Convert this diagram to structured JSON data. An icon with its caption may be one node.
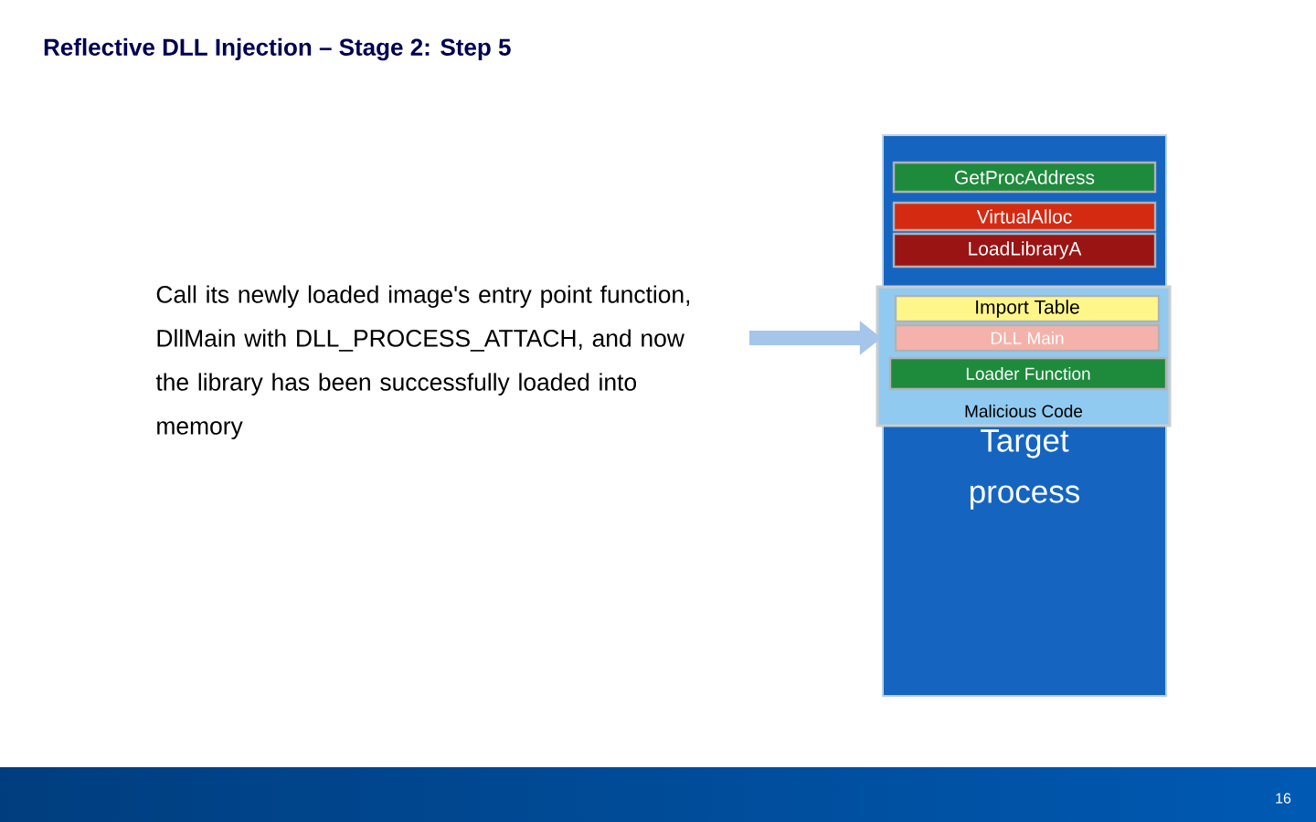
{
  "diagram": {
    "title": "Reflective DLL Injection – Stage 2: Step 5",
    "nodes": [
      {
        "text": [
          "Call its newly loaded image's entry point function, DllMain with DLL_PROCESS_ATTACH, and now the library has been successfully loaded into memory"
        ]
      },
      {
        "text": [
          "Target process"
        ]
      },
      {
        "text": [
          "GetProcAddress"
        ],
        "in": 1
      },
      {
        "text": [
          "VirtualAlloc"
        ],
        "in": 1
      },
      {
        "text": [
          "LoadLibraryA"
        ],
        "in": 1
      },
      {
        "text": [
          "Malicious Code"
        ],
        "in": 1
      },
      {
        "text": [
          "Import Table"
        ],
        "in": 5
      },
      {
        "text": [
          "DLL Main"
        ],
        "in": 5
      },
      {
        "text": [
          "Loader Function"
        ],
        "in": 5
      }
    ],
    "edges": [
      {
        "from": 0,
        "to": 7,
        "arrow": "to"
      }
    ],
    "labels": [
      "16"
    ]
  }
}
